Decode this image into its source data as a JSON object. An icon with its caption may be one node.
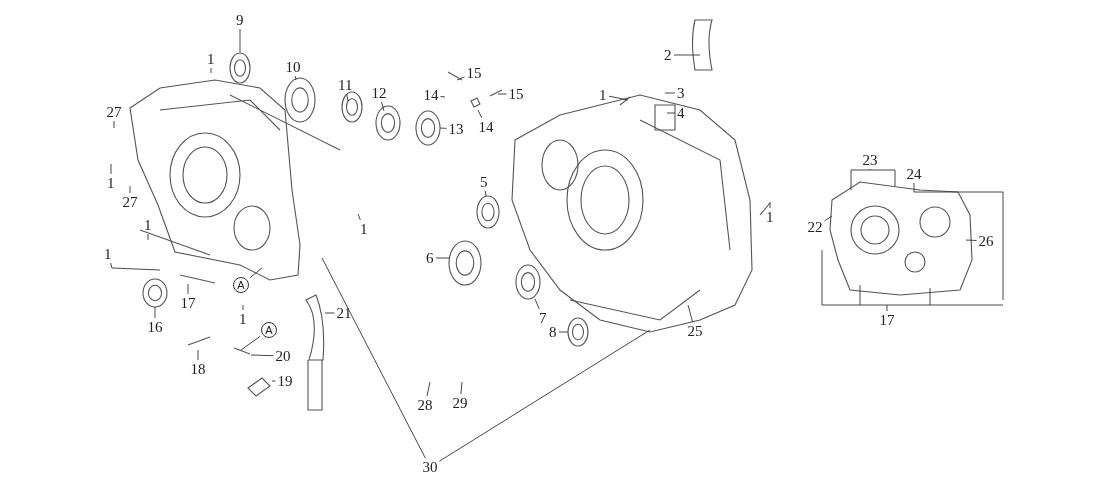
{
  "diagram": {
    "nodes": [
      {
        "text": [
          "2"
        ]
      },
      {
        "text": [
          "9"
        ]
      },
      {
        "text": [
          "15"
        ]
      },
      {
        "text": [
          "3"
        ]
      },
      {
        "text": [
          "10"
        ]
      },
      {
        "text": [
          "11"
        ]
      },
      {
        "text": [
          "14"
        ]
      },
      {
        "text": [
          "15"
        ]
      },
      {
        "text": [
          "1"
        ]
      },
      {
        "text": [
          "12"
        ]
      },
      {
        "text": [
          "4"
        ]
      },
      {
        "text": [
          "1"
        ]
      },
      {
        "text": [
          "27"
        ]
      },
      {
        "text": [
          "13"
        ]
      },
      {
        "text": [
          "14"
        ]
      },
      {
        "text": [
          "23"
        ]
      },
      {
        "text": [
          "1"
        ]
      },
      {
        "text": [
          "27"
        ]
      },
      {
        "text": [
          "24"
        ]
      },
      {
        "text": [
          "5"
        ]
      },
      {
        "text": [
          "1"
        ]
      },
      {
        "text": [
          "1"
        ]
      },
      {
        "text": [
          "22"
        ]
      },
      {
        "text": [
          "26"
        ]
      },
      {
        "text": [
          "1"
        ]
      },
      {
        "text": [
          "1"
        ]
      },
      {
        "text": [
          "6"
        ]
      },
      {
        "text": [
          "17"
        ]
      },
      {
        "text": [
          "A"
        ]
      },
      {
        "text": [
          "16"
        ]
      },
      {
        "text": [
          "7"
        ]
      },
      {
        "text": [
          "1"
        ]
      },
      {
        "text": [
          "21"
        ]
      },
      {
        "text": [
          "17"
        ]
      },
      {
        "text": [
          "25"
        ]
      },
      {
        "text": [
          "8"
        ]
      },
      {
        "text": [
          "A"
        ]
      },
      {
        "text": [
          "20"
        ]
      },
      {
        "text": [
          "18"
        ]
      },
      {
        "text": [
          "19"
        ]
      },
      {
        "text": [
          "28"
        ]
      },
      {
        "text": [
          "29"
        ]
      },
      {
        "text": [
          "30"
        ]
      }
    ],
    "edges": [
      {
        "from": 0,
        "to": null,
        "arrow": "none"
      },
      {
        "from": 1,
        "to": null,
        "arrow": "none"
      },
      {
        "from": 2,
        "to": null,
        "arrow": "none"
      },
      {
        "from": 3,
        "to": null,
        "arrow": "none"
      },
      {
        "from": 4,
        "to": null,
        "arrow": "none"
      },
      {
        "from": 5,
        "to": null,
        "arrow": "none"
      },
      {
        "from": 6,
        "to": null,
        "arrow": "none"
      },
      {
        "from": 7,
        "to": null,
        "arrow": "none"
      },
      {
        "from": 8,
        "to": null,
        "arrow": "none"
      },
      {
        "from": 9,
        "to": null,
        "arrow": "none"
      },
      {
        "from": 10,
        "to": null,
        "arrow": "none"
      },
      {
        "from": 11,
        "to": null,
        "arrow": "none"
      },
      {
        "from": 12,
        "to": null,
        "arrow": "none"
      },
      {
        "from": 13,
        "to": null,
        "arrow": "none"
      },
      {
        "from": 14,
        "to": null,
        "arrow": "none"
      },
      {
        "from": 15,
        "to": null,
        "arrow": "none"
      },
      {
        "from": 16,
        "to": null,
        "arrow": "none"
      },
      {
        "from": 17,
        "to": null,
        "arrow": "none"
      },
      {
        "from": 18,
        "to": null,
        "arrow": "none"
      },
      {
        "from": 19,
        "to": null,
        "arrow": "none"
      },
      {
        "from": 20,
        "to": null,
        "arrow": "none"
      },
      {
        "from": 21,
        "to": null,
        "arrow": "none"
      },
      {
        "from": 22,
        "to": null,
        "arrow": "none"
      },
      {
        "from": 23,
        "to": null,
        "arrow": "none"
      },
      {
        "from": 24,
        "to": null,
        "arrow": "none"
      },
      {
        "from": 25,
        "to": null,
        "arrow": "none"
      },
      {
        "from": 26,
        "to": null,
        "arrow": "none"
      },
      {
        "from": 27,
        "to": null,
        "arrow": "none"
      },
      {
        "from": 28,
        "to": null,
        "arrow": "none"
      },
      {
        "from": 29,
        "to": null,
        "arrow": "none"
      },
      {
        "from": 30,
        "to": null,
        "arrow": "none"
      },
      {
        "from": 31,
        "to": null,
        "arrow": "none"
      },
      {
        "from": 32,
        "to": null,
        "arrow": "none"
      },
      {
        "from": 33,
        "to": null,
        "arrow": "none"
      },
      {
        "from": 34,
        "to": null,
        "arrow": "none"
      },
      {
        "from": 35,
        "to": null,
        "arrow": "none"
      },
      {
        "from": 36,
        "to": null,
        "arrow": "none"
      },
      {
        "from": 37,
        "to": null,
        "arrow": "none"
      },
      {
        "from": 38,
        "to": null,
        "arrow": "none"
      },
      {
        "from": 39,
        "to": null,
        "arrow": "none"
      },
      {
        "from": 40,
        "to": null,
        "arrow": "none"
      },
      {
        "from": 41,
        "to": null,
        "arrow": "none"
      },
      {
        "from": 42,
        "to": null,
        "arrow": "none"
      },
      {
        "from": 42,
        "to": null,
        "arrow": "none"
      }
    ]
  }
}
